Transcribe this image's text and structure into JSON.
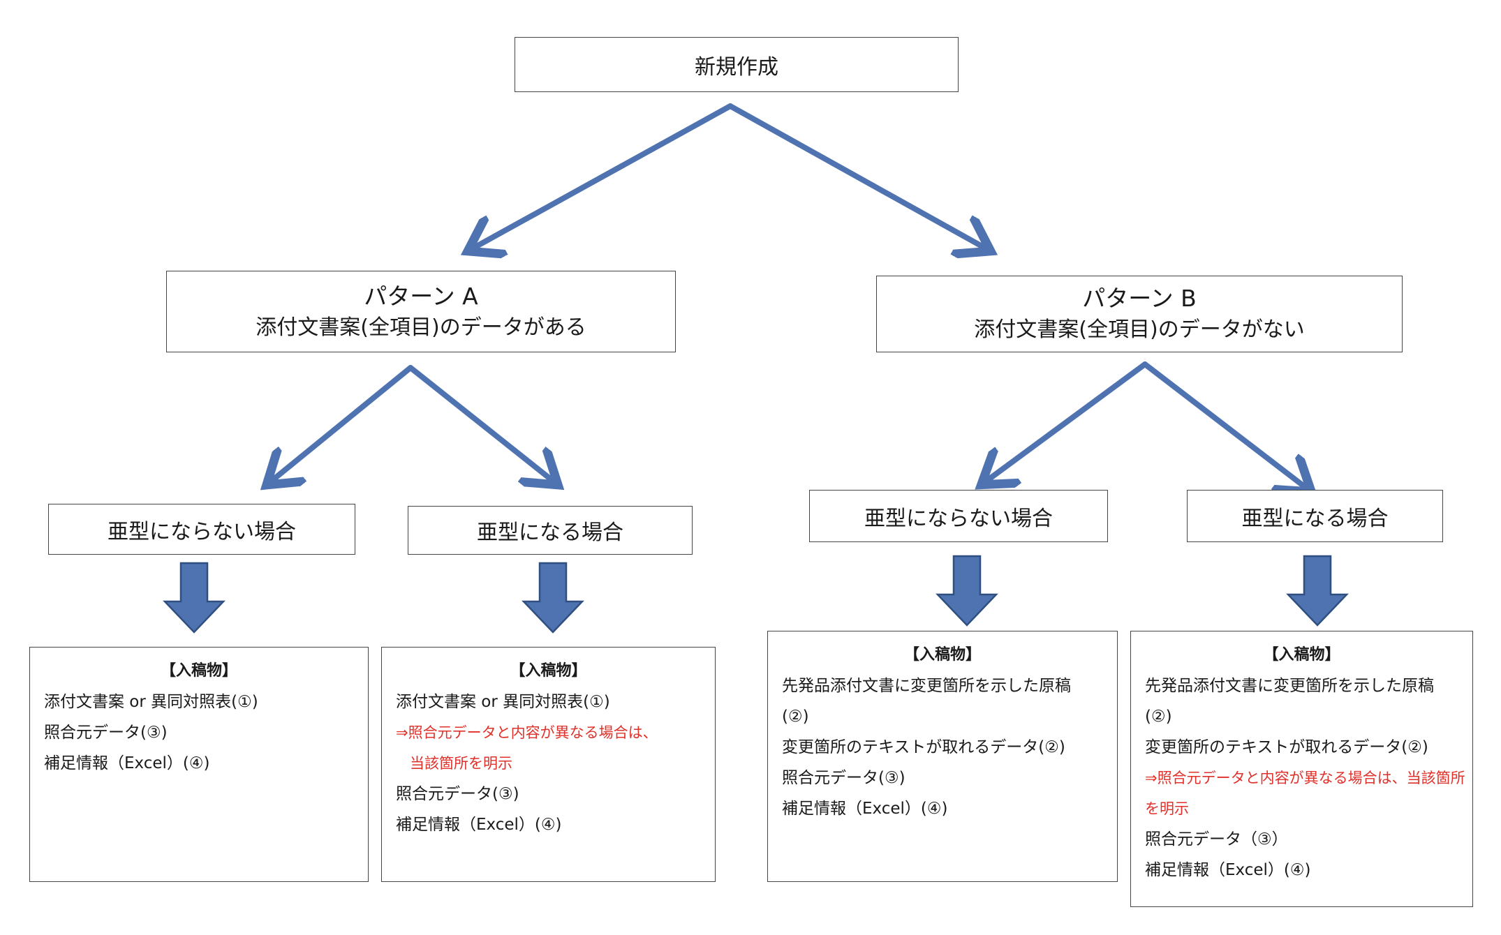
{
  "root": {
    "label": "新規作成"
  },
  "pattern_a": {
    "title": "パターン A",
    "subtitle": "添付文書案(全項目)のデータがある"
  },
  "pattern_b": {
    "title": "パターン B",
    "subtitle": "添付文書案(全項目)のデータがない"
  },
  "cases": {
    "a_no_subtype": "亜型にならない場合",
    "a_subtype": "亜型になる場合",
    "b_no_subtype": "亜型にならない場合",
    "b_subtype": "亜型になる場合"
  },
  "details": {
    "a1": {
      "header": "【入稿物】",
      "lines": [
        "添付文書案 or 異同対照表(①)",
        "照合元データ(③)",
        "補足情報（Excel）(④)"
      ]
    },
    "a2": {
      "header": "【入稿物】",
      "line1": "添付文書案 or 異同対照表(①)",
      "note1": "⇒照合元データと内容が異なる場合は、",
      "note2": "当該箇所を明示",
      "line2": "照合元データ(③)",
      "line3": "補足情報（Excel）(④)"
    },
    "b1": {
      "header": "【入稿物】",
      "lines": [
        "先発品添付文書に変更箇所を示した原稿",
        "(②)",
        "変更箇所のテキストが取れるデータ(②)",
        "照合元データ(③)",
        "補足情報（Excel）(④)"
      ]
    },
    "b2": {
      "header": "【入稿物】",
      "line1": "先発品添付文書に変更箇所を示した原稿",
      "line2": "(②)",
      "line3": "変更箇所のテキストが取れるデータ(②)",
      "note1": "⇒照合元データと内容が異なる場合は、当該箇所",
      "note2": "を明示",
      "line4": "照合元データ（③）",
      "line5": "補足情報（Excel）(④)"
    }
  },
  "colors": {
    "arrow": "#4f73b0",
    "arrow_outline": "#2f4f80",
    "note": "#e0302a"
  }
}
